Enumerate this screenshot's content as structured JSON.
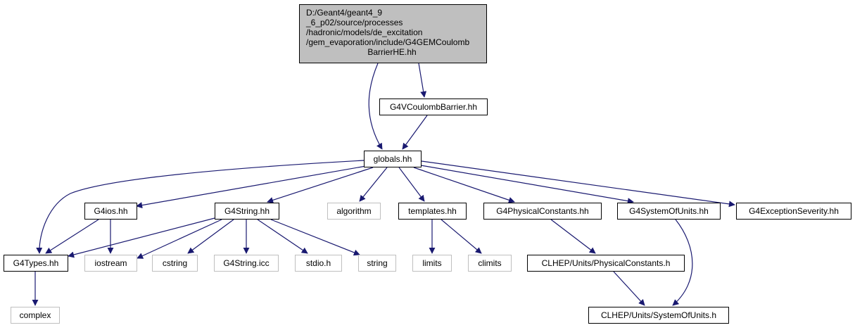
{
  "graph": {
    "root": {
      "lines": [
        "D:/Geant4/geant4_9",
        "_6_p02/source/processes",
        "/hadronic/models/de_excitation",
        "/gem_evaporation/include/G4GEMCoulomb",
        "BarrierHE.hh"
      ]
    },
    "nodes": {
      "G4VCoulombBarrier": "G4VCoulombBarrier.hh",
      "globals": "globals.hh",
      "G4ios": "G4ios.hh",
      "G4String": "G4String.hh",
      "algorithm": "algorithm",
      "templates": "templates.hh",
      "G4PhysicalConstants": "G4PhysicalConstants.hh",
      "G4SystemOfUnits": "G4SystemOfUnits.hh",
      "G4ExceptionSeverity": "G4ExceptionSeverity.hh",
      "G4Types": "G4Types.hh",
      "iostream": "iostream",
      "cstring": "cstring",
      "G4String_icc": "G4String.icc",
      "stdio": "stdio.h",
      "string": "string",
      "limits": "limits",
      "climits": "climits",
      "CLHEP_PhysicalConstants": "CLHEP/Units/PhysicalConstants.h",
      "CLHEP_SystemOfUnits": "CLHEP/Units/SystemOfUnits.h",
      "complex": "complex"
    },
    "edge_color": "#191970",
    "external_border_color": "#bfbfbf",
    "root_fill_color": "#bfbfbf"
  }
}
